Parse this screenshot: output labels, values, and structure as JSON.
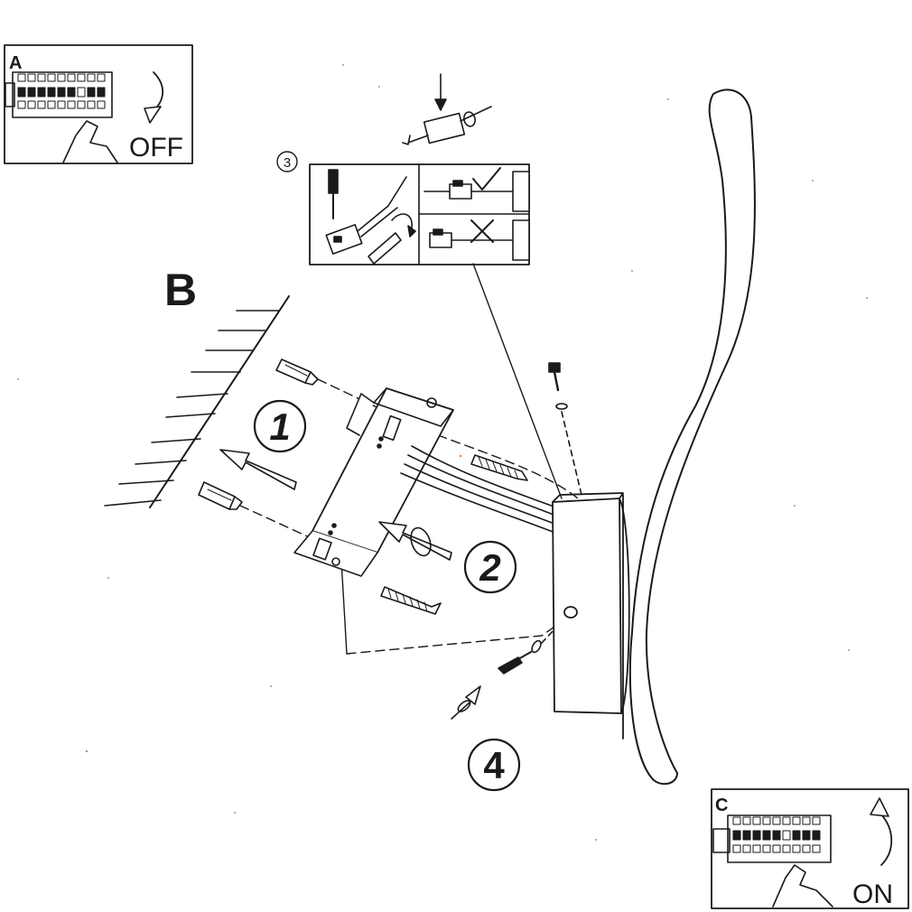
{
  "panel_a": {
    "letter": "A",
    "state": "OFF"
  },
  "panel_c": {
    "letter": "C",
    "state": "ON"
  },
  "section_label": "B",
  "steps": {
    "s1": "1",
    "s2": "2",
    "s3": "3",
    "s4": "4"
  },
  "colors": {
    "ink": "#1a1a1a",
    "paper": "#ffffff"
  }
}
